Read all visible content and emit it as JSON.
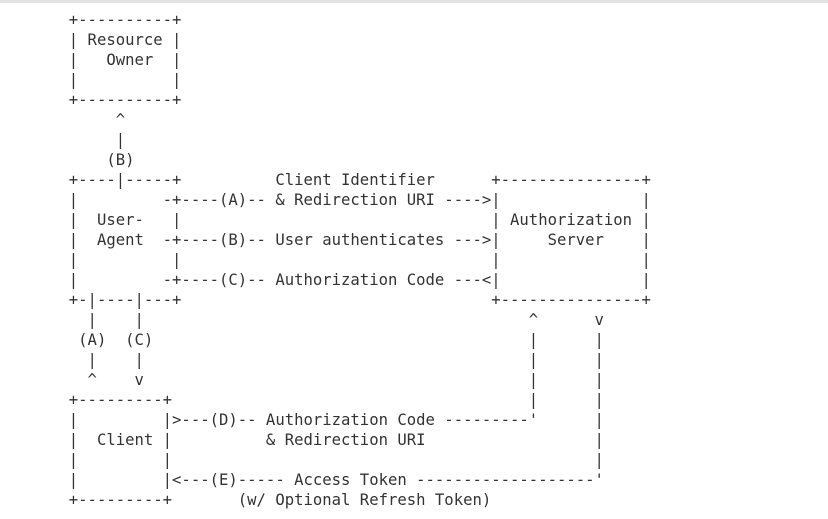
{
  "diagram": {
    "lines": [
      "  +----------+",
      "  | Resource |",
      "  |   Owner  |",
      "  |          |",
      "  +----------+",
      "       ^",
      "       |",
      "      (B)",
      "  +----|-----+          Client Identifier      +---------------+",
      "  |         -+----(A)-- & Redirection URI ---->|               |",
      "  |  User-   |                                 | Authorization |",
      "  |  Agent  -+----(B)-- User authenticates --->|     Server    |",
      "  |          |                                 |               |",
      "  |         -+----(C)-- Authorization Code ---<|               |",
      "  +-|----|---+                                 +---------------+",
      "    |    |                                         ^      v",
      "   (A)  (C)                                        |      |",
      "    |    |                                         |      |",
      "    ^    v                                         |      |",
      "  +---------+                                      |      |",
      "  |         |>---(D)-- Authorization Code ---------'      |",
      "  |  Client |          & Redirection URI                  |",
      "  |         |                                             |",
      "  |         |<---(E)----- Access Token -------------------'",
      "  +---------+       (w/ Optional Refresh Token)"
    ]
  }
}
